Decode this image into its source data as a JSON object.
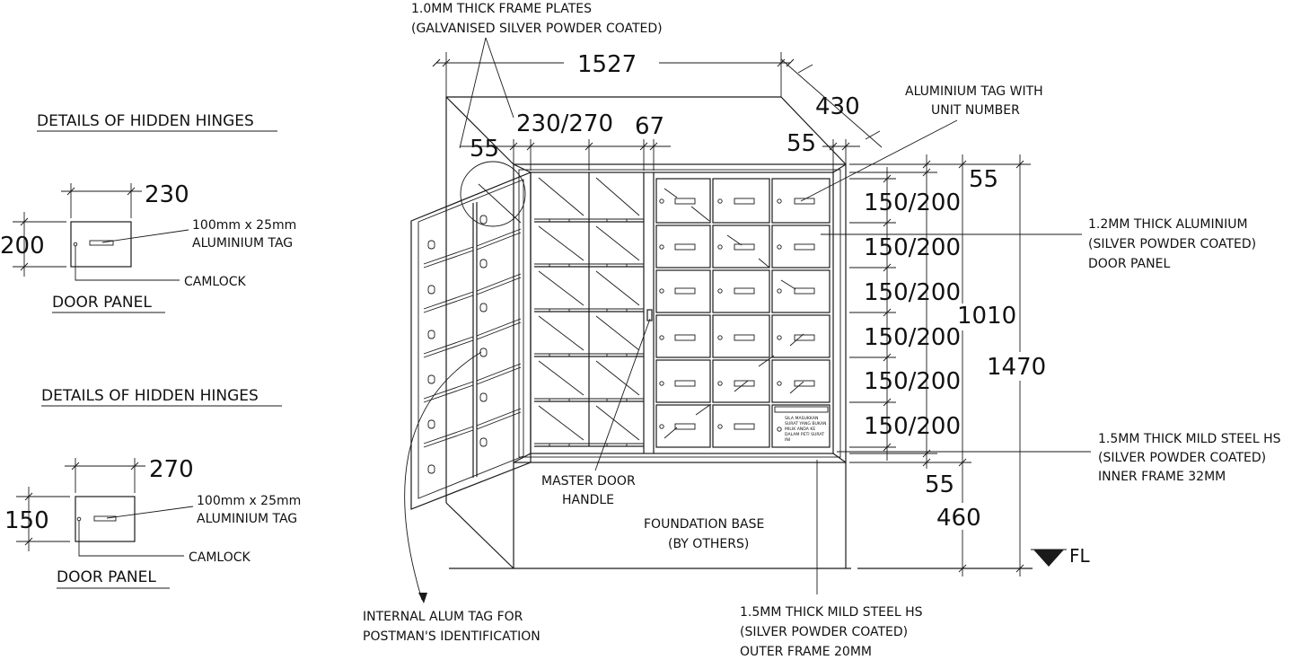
{
  "left_details": [
    {
      "title": "DETAILS OF HIDDEN HINGES",
      "width_dim": "230",
      "height_dim": "200",
      "tag_note_line1": "100mm x 25mm",
      "tag_note_line2": "ALUMINIUM TAG",
      "camlock_label": "CAMLOCK",
      "panel_label": "DOOR PANEL"
    },
    {
      "title": "DETAILS OF HIDDEN HINGES",
      "width_dim": "270",
      "height_dim": "150",
      "tag_note_line1": "100mm x 25mm",
      "tag_note_line2": "ALUMINIUM TAG",
      "camlock_label": "CAMLOCK",
      "panel_label": "DOOR PANEL"
    }
  ],
  "dimensions": {
    "overall_width": "1527",
    "depth": "430",
    "door_width": "230/270",
    "gap": "67",
    "frame_left": "55",
    "frame_right": "55",
    "right_top": "55",
    "right_bottom": "55",
    "rows": [
      "150/200",
      "150/200",
      "150/200",
      "150/200",
      "150/200",
      "150/200"
    ],
    "cabinet_height": "1010",
    "total_height": "1470",
    "base_height": "460"
  },
  "notes": {
    "frame_plates_line1": "1.0MM THICK FRAME PLATES",
    "frame_plates_line2": "(GALVANISED SILVER POWDER COATED)",
    "alum_tag_line1": "ALUMINIUM TAG WITH",
    "alum_tag_line2": "UNIT NUMBER",
    "door_panel_line1": "1.2MM THICK ALUMINIUM",
    "door_panel_line2": "(SILVER POWDER COATED)",
    "door_panel_line3": "DOOR PANEL",
    "inner_frame_line1": "1.5MM THICK MILD STEEL HS",
    "inner_frame_line2": "(SILVER POWDER COATED)",
    "inner_frame_line3": "INNER FRAME 32MM",
    "master_handle_line1": "MASTER DOOR",
    "master_handle_line2": "HANDLE",
    "foundation_line1": "FOUNDATION BASE",
    "foundation_line2": "(BY OTHERS)",
    "internal_tag_line1": "INTERNAL ALUM TAG FOR",
    "internal_tag_line2": "POSTMAN'S IDENTIFICATION",
    "outer_frame_line1": "1.5MM THICK MILD STEEL HS",
    "outer_frame_line2": "(SILVER POWDER COATED)",
    "outer_frame_line3": "OUTER FRAME 20MM",
    "floor_level": "FL",
    "warning_plate": [
      "SILA MASUKKAN",
      "SURAT YANG BUKAN",
      "MILIK ANDA KE",
      "DALAM PETI SURAT",
      "INI"
    ]
  }
}
